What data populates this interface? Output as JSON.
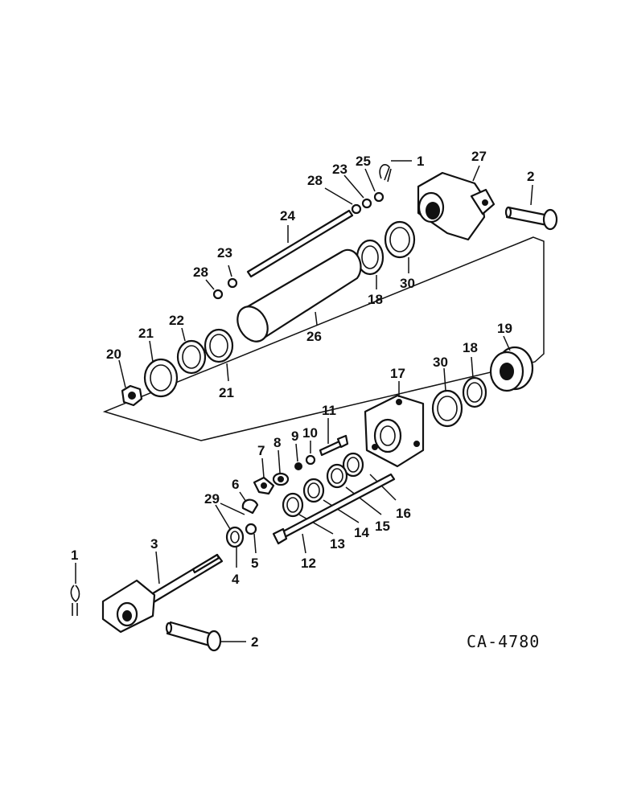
{
  "diagram_code": "CA-4780",
  "callouts": {
    "c1_top": "1",
    "c2_top": "2",
    "c27": "27",
    "c25": "25",
    "c23_top": "23",
    "c28_top": "28",
    "c24": "24",
    "c23_mid": "23",
    "c28_mid": "28",
    "c18_top": "18",
    "c30_top": "30",
    "c26": "26",
    "c22": "22",
    "c21_top": "21",
    "c21_bot": "21",
    "c20": "20",
    "c19": "19",
    "c18_right": "18",
    "c30_right": "30",
    "c17": "17",
    "c11": "11",
    "c10": "10",
    "c9": "9",
    "c8": "8",
    "c7": "7",
    "c6": "6",
    "c29": "29",
    "c16": "16",
    "c15": "15",
    "c14": "14",
    "c13": "13",
    "c12": "12",
    "c3": "3",
    "c4": "4",
    "c5": "5",
    "c1_bot": "1",
    "c2_bot": "2"
  }
}
